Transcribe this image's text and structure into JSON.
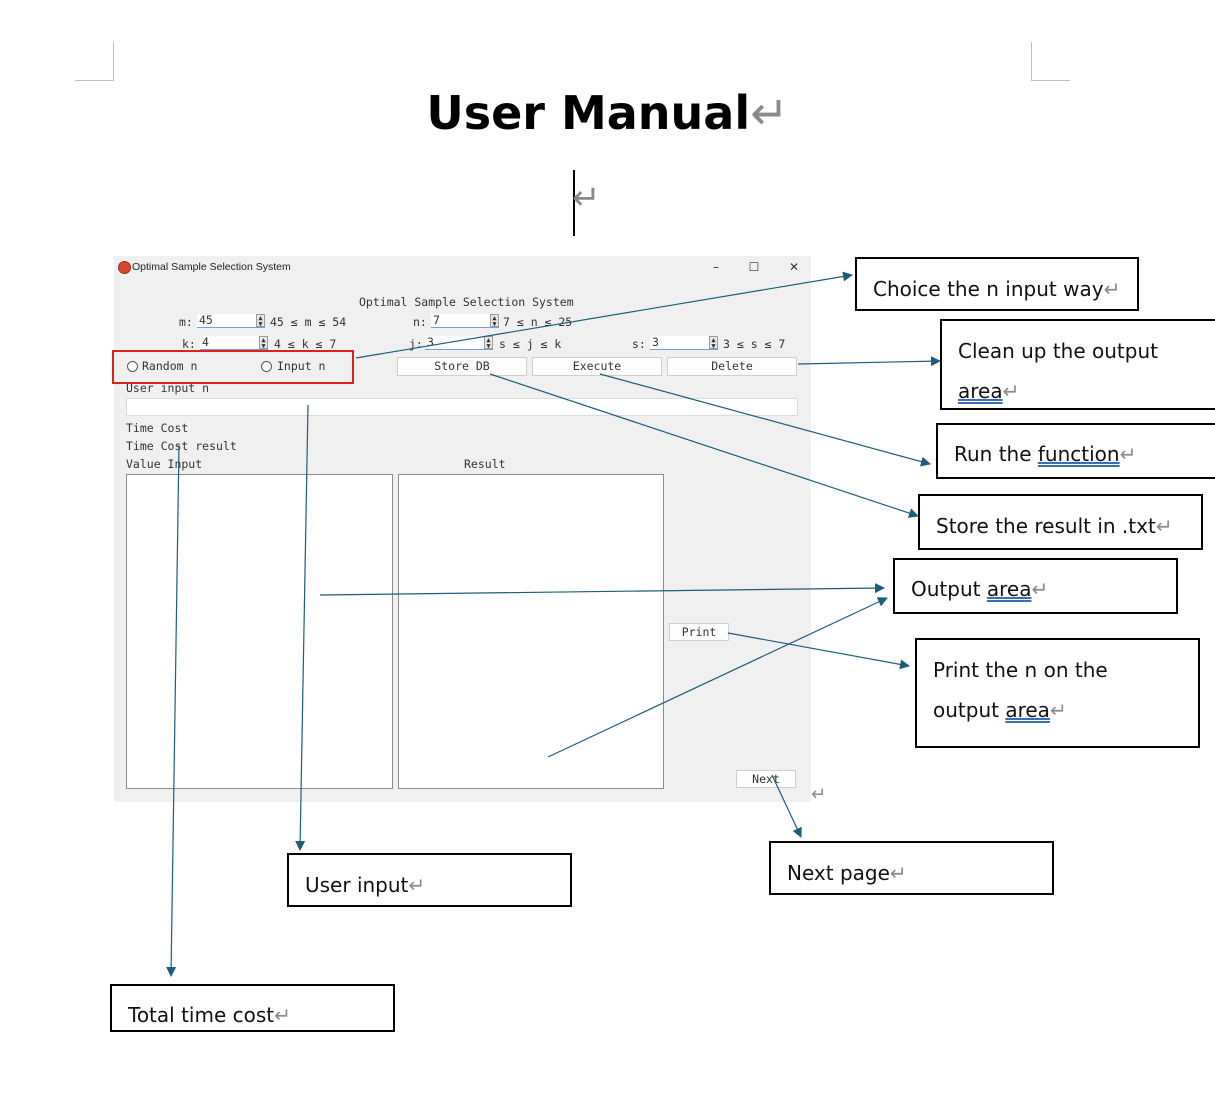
{
  "document": {
    "title": "User Manual",
    "paragraph_mark": "↵"
  },
  "app": {
    "window_title": "Optimal Sample Selection System",
    "inner_title": "Optimal Sample Selection System",
    "window_controls": {
      "minimize": "–",
      "maximize": "☐",
      "close": "✕"
    },
    "params": {
      "m": {
        "label": "m:",
        "value": "45",
        "range": "45 ≤ m ≤ 54"
      },
      "n": {
        "label": "n:",
        "value": "7",
        "range": "7 ≤ n ≤ 25"
      },
      "k": {
        "label": "k:",
        "value": "4",
        "range": "4 ≤ k ≤ 7"
      },
      "j": {
        "label": "j:",
        "value": "3",
        "range": "s ≤ j ≤ k"
      },
      "s": {
        "label": "s:",
        "value": "3",
        "range": "3 ≤ s ≤ 7"
      }
    },
    "radio_random": "Random n",
    "radio_input": "Input n",
    "buttons": {
      "store_db": "Store DB",
      "execute": "Execute",
      "delete": "Delete",
      "print": "Print",
      "next": "Next"
    },
    "user_input_label": "User input n",
    "time_cost_label": "Time Cost",
    "time_cost_result_label": "Time Cost result",
    "value_input_label": "Value Input",
    "result_label": "Result"
  },
  "callouts": {
    "choice_n": "Choice the n input way",
    "clean_up_1": "Clean up the output",
    "clean_up_2": "area",
    "run_prefix": "Run the ",
    "run_word": "function",
    "store_txt": "Store the result in .txt",
    "output_prefix": "Output ",
    "output_word": "area",
    "print_1": "Print the n on the",
    "print_2_prefix": "output ",
    "print_2_word": "area",
    "user_input": "User input",
    "next_page": "Next page",
    "total_time": "Total time cost"
  }
}
